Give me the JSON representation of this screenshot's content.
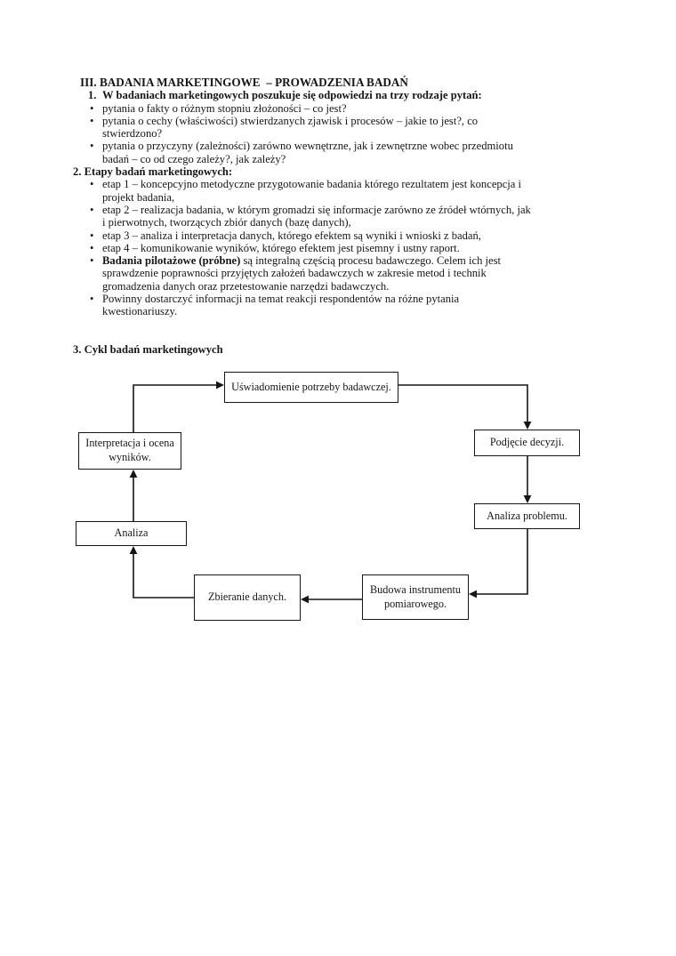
{
  "doc": {
    "title": "III. BADANIA MARKETINGOWE  – PROWADZENIA BADAŃ",
    "bullet": "•",
    "s1": {
      "number": "1.",
      "heading": "W badaniach marketingowych poszukuje się odpowiedzi na trzy rodzaje pytań:",
      "items": [
        {
          "lines": [
            "pytania o fakty o różnym stopniu złożoności – co jest?"
          ]
        },
        {
          "lines": [
            "pytania o cechy (właściwości) stwierdzanych zjawisk i procesów – jakie to jest?, co",
            "stwierdzono?"
          ]
        },
        {
          "lines": [
            "pytania o przyczyny (zależności) zarówno wewnętrzne, jak i zewnętrzne wobec przedmiotu",
            "badań – co od czego zależy?, jak zależy?"
          ]
        }
      ]
    },
    "s2": {
      "heading": "2. Etapy badań marketingowych:",
      "items": [
        {
          "lines": [
            "etap 1 – koncepcyjno metodyczne przygotowanie badania którego rezultatem jest koncepcja i",
            "projekt badania,"
          ]
        },
        {
          "lines": [
            "etap 2 – realizacja badania, w którym gromadzi się informacje zarówno ze źródeł wtórnych, jak",
            "i pierwotnych, tworzących zbiór danych (bazę danych),"
          ]
        },
        {
          "lines": [
            "etap 3 – analiza i interpretacja danych, którego efektem są wyniki i wnioski z badań,"
          ]
        },
        {
          "lines": [
            "etap 4 – komunikowanie wyników, którego efektem jest pisemny i ustny raport."
          ]
        },
        {
          "bold": "Badania pilotażowe (próbne)",
          "rest": " są integralną częścią procesu badawczego. Celem ich jest",
          "lines": [
            "sprawdzenie poprawności przyjętych założeń badawczych w zakresie metod i technik",
            "gromadzenia danych oraz przetestowanie narzędzi badawczych."
          ]
        },
        {
          "lines": [
            "Powinny dostarczyć informacji na temat reakcji respondentów na różne pytania",
            "kwestionariuszy."
          ]
        }
      ]
    },
    "s3": {
      "heading": "3. Cykl badań marketingowych"
    }
  },
  "diagram": {
    "nodes": {
      "uswiadomienie": {
        "label": "Uświadomienie potrzeby badawczej."
      },
      "podjecie": {
        "label": "Podjęcie decyzji."
      },
      "analiza_problemu": {
        "label": "Analiza problemu."
      },
      "budowa": {
        "label": "Budowa instrumentu pomiarowego."
      },
      "zbieranie": {
        "label": "Zbieranie danych."
      },
      "analiza": {
        "label": "Analiza"
      },
      "interpretacja": {
        "label": "Interpretacja i ocena wyników."
      }
    }
  }
}
